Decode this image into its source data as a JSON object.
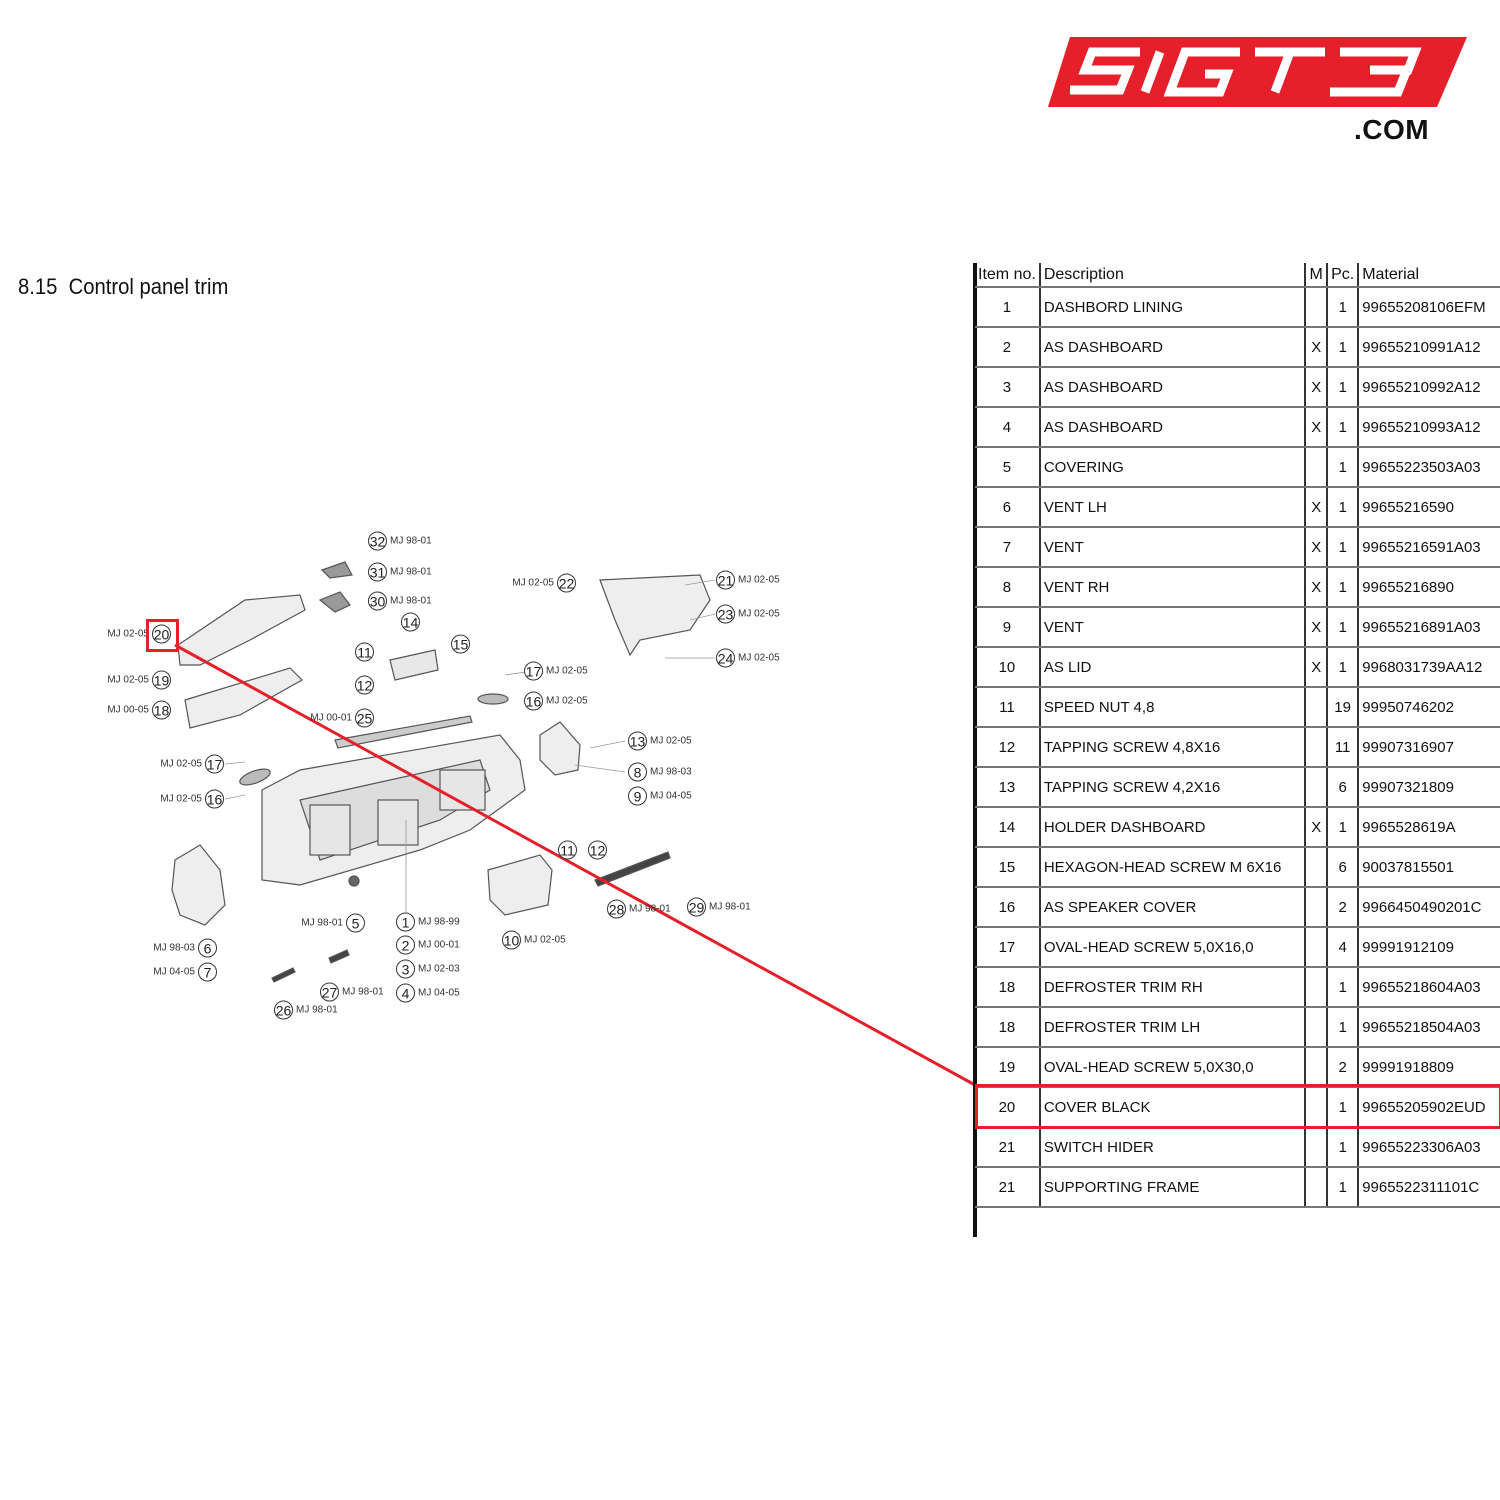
{
  "logo": {
    "text": "SIGT3",
    "suffix": ".COM",
    "color": "#e5202a"
  },
  "section": {
    "number": "8.15",
    "title": "Control panel trim"
  },
  "highlight": {
    "item": "20",
    "color": "#e5202a"
  },
  "callouts": [
    {
      "num": "32",
      "code": "MJ 98-01",
      "side": "right"
    },
    {
      "num": "31",
      "code": "MJ 98-01",
      "side": "right"
    },
    {
      "num": "30",
      "code": "MJ 98-01",
      "side": "right"
    },
    {
      "num": "14",
      "code": "",
      "side": "right"
    },
    {
      "num": "11",
      "code": "",
      "side": "right"
    },
    {
      "num": "15",
      "code": "",
      "side": "right"
    },
    {
      "num": "12",
      "code": "",
      "side": "right"
    },
    {
      "num": "22",
      "code": "MJ 02-05",
      "side": "left"
    },
    {
      "num": "21",
      "code": "MJ 02-05",
      "side": "right"
    },
    {
      "num": "23",
      "code": "MJ 02-05",
      "side": "right"
    },
    {
      "num": "24",
      "code": "MJ 02-05",
      "side": "right"
    },
    {
      "num": "20",
      "code": "MJ 02-05",
      "side": "left"
    },
    {
      "num": "19",
      "code": "MJ 02-05",
      "side": "left"
    },
    {
      "num": "18",
      "code": "MJ 00-05",
      "side": "left"
    },
    {
      "num": "25",
      "code": "MJ 00-01",
      "side": "left"
    },
    {
      "num": "17",
      "code": "MJ 02-05",
      "side": "right"
    },
    {
      "num": "16",
      "code": "MJ 02-05",
      "side": "right"
    },
    {
      "num": "13",
      "code": "MJ 02-05",
      "side": "right"
    },
    {
      "num": "8",
      "code": "MJ 98-03",
      "side": "right"
    },
    {
      "num": "9",
      "code": "MJ 04-05",
      "side": "right"
    },
    {
      "num": "17",
      "code": "MJ 02-05",
      "side": "left"
    },
    {
      "num": "16",
      "code": "MJ 02-05",
      "side": "left"
    },
    {
      "num": "11",
      "code": "",
      "side": "right"
    },
    {
      "num": "12",
      "code": "",
      "side": "right"
    },
    {
      "num": "28",
      "code": "MJ 98-01",
      "side": "right"
    },
    {
      "num": "29",
      "code": "MJ 98-01",
      "side": "right"
    },
    {
      "num": "5",
      "code": "MJ 98-01",
      "side": "left"
    },
    {
      "num": "1",
      "code": "MJ 98-99",
      "side": "right"
    },
    {
      "num": "2",
      "code": "MJ 00-01",
      "side": "right"
    },
    {
      "num": "3",
      "code": "MJ 02-03",
      "side": "right"
    },
    {
      "num": "4",
      "code": "MJ 04-05",
      "side": "right"
    },
    {
      "num": "10",
      "code": "MJ 02-05",
      "side": "right"
    },
    {
      "num": "6",
      "code": "MJ 98-03",
      "side": "left"
    },
    {
      "num": "7",
      "code": "MJ 04-05",
      "side": "left"
    },
    {
      "num": "27",
      "code": "MJ 98-01",
      "side": "right"
    },
    {
      "num": "26",
      "code": "MJ 98-01",
      "side": "right"
    }
  ],
  "table": {
    "headers": {
      "item": "Item no.",
      "description": "Description",
      "m": "M",
      "pc": "Pc.",
      "material": "Material"
    },
    "rows": [
      {
        "item": "1",
        "description": "DASHBORD LINING",
        "m": "",
        "pc": "1",
        "material": "99655208106EFM"
      },
      {
        "item": "2",
        "description": "AS DASHBOARD",
        "m": "X",
        "pc": "1",
        "material": "99655210991A12"
      },
      {
        "item": "3",
        "description": "AS DASHBOARD",
        "m": "X",
        "pc": "1",
        "material": "99655210992A12"
      },
      {
        "item": "4",
        "description": "AS DASHBOARD",
        "m": "X",
        "pc": "1",
        "material": "99655210993A12"
      },
      {
        "item": "5",
        "description": "COVERING",
        "m": "",
        "pc": "1",
        "material": "99655223503A03"
      },
      {
        "item": "6",
        "description": "VENT LH",
        "m": "X",
        "pc": "1",
        "material": "99655216590"
      },
      {
        "item": "7",
        "description": "VENT",
        "m": "X",
        "pc": "1",
        "material": "99655216591A03"
      },
      {
        "item": "8",
        "description": "VENT RH",
        "m": "X",
        "pc": "1",
        "material": "99655216890"
      },
      {
        "item": "9",
        "description": "VENT",
        "m": "X",
        "pc": "1",
        "material": "99655216891A03"
      },
      {
        "item": "10",
        "description": "AS LID",
        "m": "X",
        "pc": "1",
        "material": "9968031739AA12"
      },
      {
        "item": "11",
        "description": "SPEED NUT 4,8",
        "m": "",
        "pc": "19",
        "material": "99950746202"
      },
      {
        "item": "12",
        "description": "TAPPING SCREW 4,8X16",
        "m": "",
        "pc": "11",
        "material": "99907316907"
      },
      {
        "item": "13",
        "description": "TAPPING SCREW 4,2X16",
        "m": "",
        "pc": "6",
        "material": "99907321809"
      },
      {
        "item": "14",
        "description": "HOLDER DASHBOARD",
        "m": "X",
        "pc": "1",
        "material": "9965528619A"
      },
      {
        "item": "15",
        "description": "HEXAGON-HEAD SCREW M 6X16",
        "m": "",
        "pc": "6",
        "material": "90037815501"
      },
      {
        "item": "16",
        "description": "AS SPEAKER COVER",
        "m": "",
        "pc": "2",
        "material": "9966450490201C"
      },
      {
        "item": "17",
        "description": "OVAL-HEAD SCREW 5,0X16,0",
        "m": "",
        "pc": "4",
        "material": "99991912109"
      },
      {
        "item": "18",
        "description": "DEFROSTER TRIM RH",
        "m": "",
        "pc": "1",
        "material": "99655218604A03"
      },
      {
        "item": "18",
        "description": "DEFROSTER TRIM LH",
        "m": "",
        "pc": "1",
        "material": "99655218504A03"
      },
      {
        "item": "19",
        "description": "OVAL-HEAD SCREW 5,0X30,0",
        "m": "",
        "pc": "2",
        "material": "99991918809"
      },
      {
        "item": "20",
        "description": "COVER BLACK",
        "m": "",
        "pc": "1",
        "material": "99655205902EUD"
      },
      {
        "item": "21",
        "description": "SWITCH HIDER",
        "m": "",
        "pc": "1",
        "material": "99655223306A03"
      },
      {
        "item": "21",
        "description": "SUPPORTING FRAME",
        "m": "",
        "pc": "1",
        "material": "9965522311101C"
      }
    ]
  }
}
